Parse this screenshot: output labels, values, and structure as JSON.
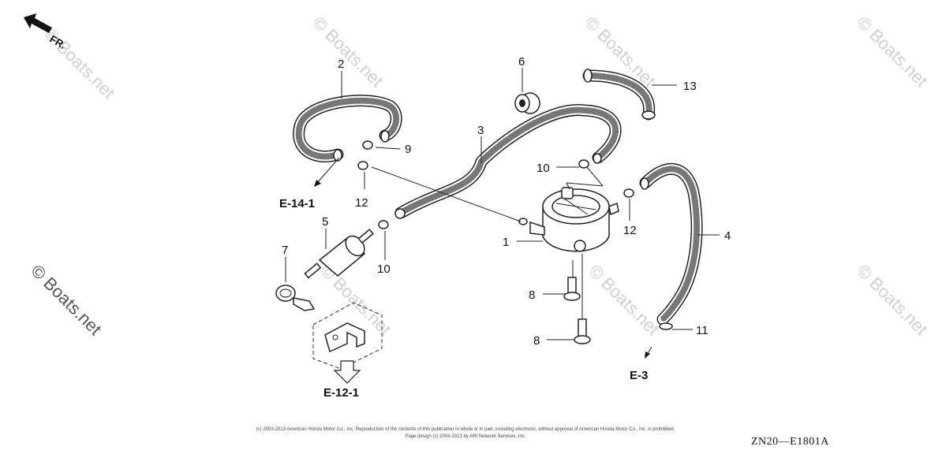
{
  "watermarks": [
    "© Boats.net",
    "© Boats.net",
    "© Boats.net",
    "© Boats.net",
    "© Boats.net",
    "© Boats.net",
    "© Boats.net",
    "© Boats.net"
  ],
  "direction": {
    "label": "FR."
  },
  "parts": {
    "p1": "1",
    "p2": "2",
    "p3": "3",
    "p4": "4",
    "p5": "5",
    "p6": "6",
    "p7": "7",
    "p8a": "8",
    "p8b": "8",
    "p9": "9",
    "p10a": "10",
    "p10b": "10",
    "p11": "11",
    "p12a": "12",
    "p12b": "12",
    "p13": "13"
  },
  "refs": {
    "e14": "E-14-1",
    "e12": "E-12-1",
    "e3": "E-3"
  },
  "footer": {
    "copyright_line1": "(c) 2003-2013 American Honda Motor Co., Inc. Reproduction of the contents of this publication in whole or in part, including electronic, without approval of American Honda Motor Co., Inc. is prohibited.",
    "copyright_line2": "Page design (c) 2004-2013 by ARI Network Services, Inc.",
    "diagram_code": "ZN20—E1801A"
  }
}
